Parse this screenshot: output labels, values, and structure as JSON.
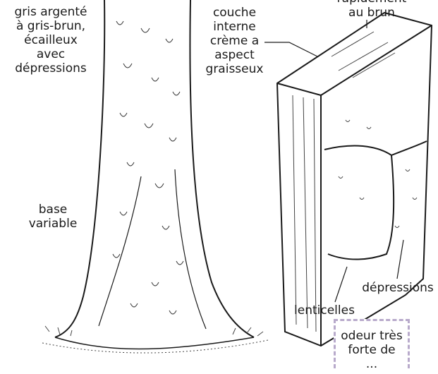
{
  "labels": {
    "bark_surface": [
      "gris argenté",
      "à gris-brun,",
      "écailleux",
      "avec",
      "dépressions"
    ],
    "base": [
      "base",
      "variable"
    ],
    "inner_layer": [
      "couche",
      "interne",
      "crème a",
      "aspect",
      "graisseux"
    ],
    "oxidation": [
      "rapidement",
      "au brun"
    ],
    "depressions": "dépressions",
    "lenticels": "lenticelles"
  },
  "note": [
    "odeur très",
    "forte de",
    "..."
  ],
  "colors": {
    "ink": "#1a1a1a",
    "note_border": "#b8aacb",
    "background": "#ffffff"
  }
}
